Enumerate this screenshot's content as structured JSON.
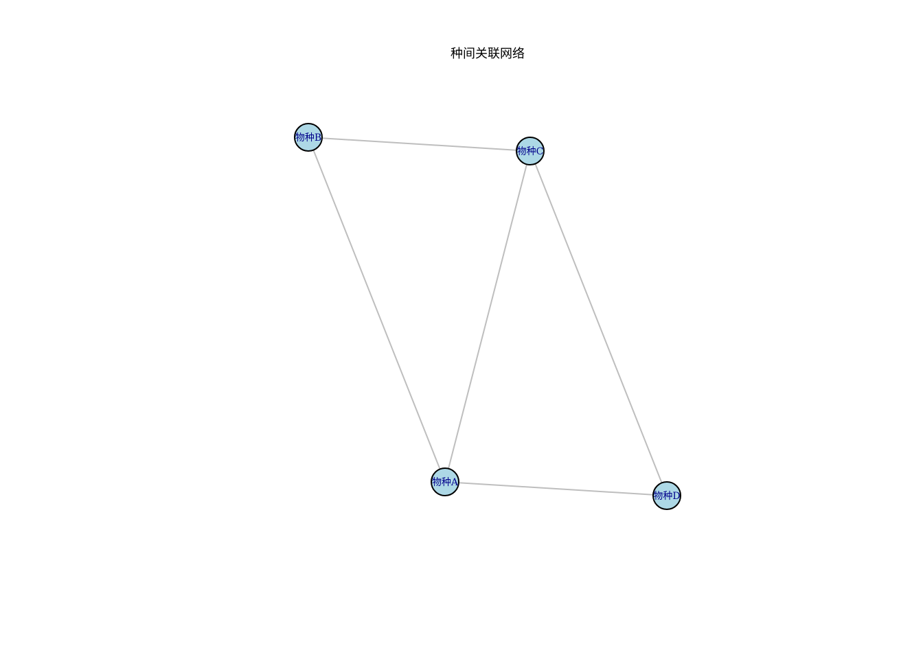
{
  "diagram": {
    "title": "种间关联网络",
    "nodes": [
      {
        "id": "A",
        "label": "物种A"
      },
      {
        "id": "B",
        "label": "物种B"
      },
      {
        "id": "C",
        "label": "物种C"
      },
      {
        "id": "D",
        "label": "物种D"
      }
    ],
    "edges": [
      {
        "source": "B",
        "target": "C"
      },
      {
        "source": "B",
        "target": "A"
      },
      {
        "source": "C",
        "target": "A"
      },
      {
        "source": "C",
        "target": "D"
      },
      {
        "source": "A",
        "target": "D"
      }
    ],
    "colors": {
      "node_fill": "#add8e6",
      "node_border": "#000000",
      "label_color": "#00008b",
      "edge_color": "#bebebe"
    }
  }
}
